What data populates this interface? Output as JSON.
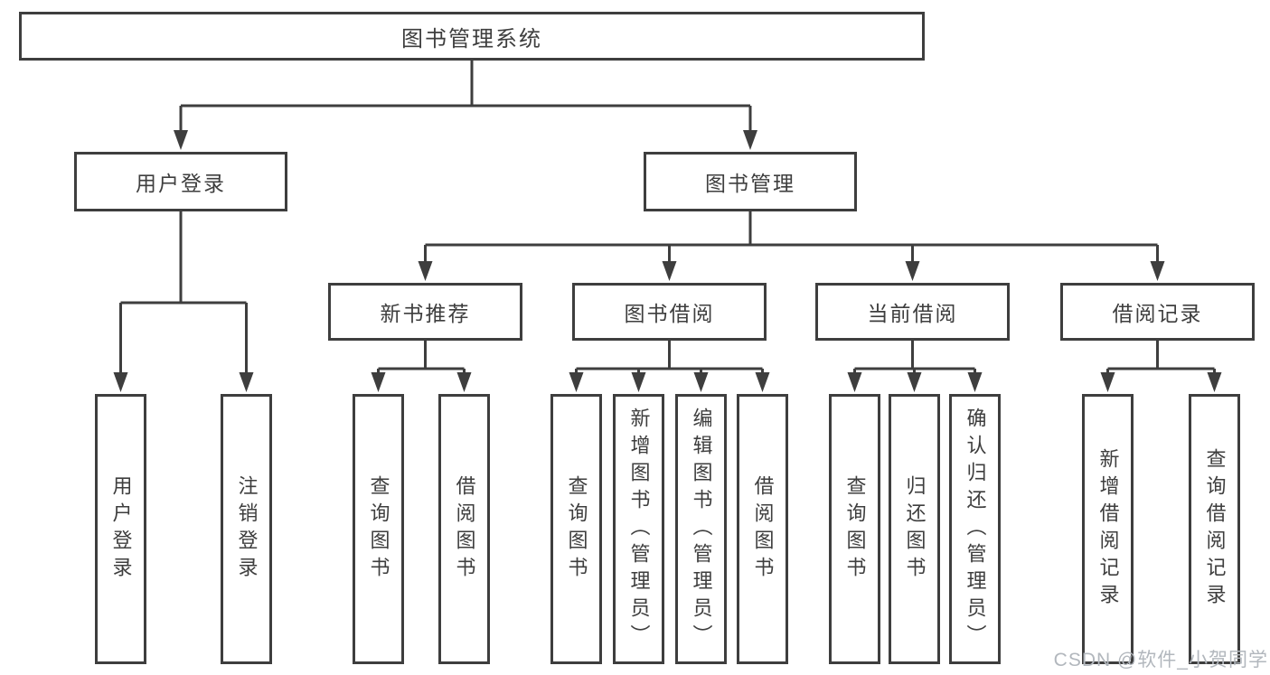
{
  "diagram_type": "tree",
  "root": {
    "label": "图书管理系统",
    "children": [
      {
        "label": "用户登录",
        "children": [
          {
            "label": "用户登录"
          },
          {
            "label": "注销登录"
          }
        ]
      },
      {
        "label": "图书管理",
        "children": [
          {
            "label": "新书推荐",
            "children": [
              {
                "label": "查询图书"
              },
              {
                "label": "借阅图书"
              }
            ]
          },
          {
            "label": "图书借阅",
            "children": [
              {
                "label": "查询图书"
              },
              {
                "label": "新增图书（管理员）"
              },
              {
                "label": "编辑图书（管理员）"
              },
              {
                "label": "借阅图书"
              }
            ]
          },
          {
            "label": "当前借阅",
            "children": [
              {
                "label": "查询图书"
              },
              {
                "label": "归还图书"
              },
              {
                "label": "确认归还（管理员）"
              }
            ]
          },
          {
            "label": "借阅记录",
            "children": [
              {
                "label": "新增借阅记录"
              },
              {
                "label": "查询借阅记录"
              }
            ]
          }
        ]
      }
    ]
  },
  "watermark": {
    "text": "CSDN @软件_小贺同学"
  },
  "colors": {
    "line": "#3e3e3e",
    "text": "#3e3e3e",
    "background": "#ffffff",
    "watermark": "#b2b7bd"
  }
}
